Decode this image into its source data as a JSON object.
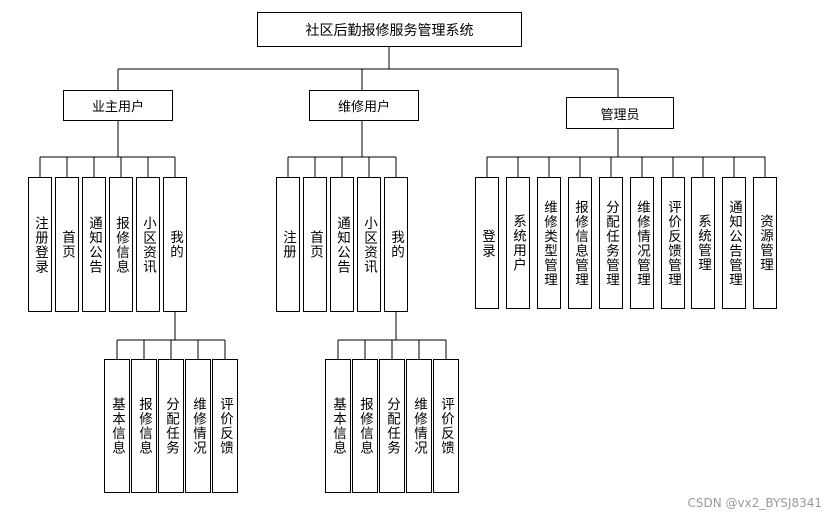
{
  "title": "社区后勤报修服务管理系统",
  "roles": {
    "owner": {
      "label": "业主用户",
      "modules": [
        "注册登录",
        "首页",
        "通知公告",
        "报修信息",
        "小区资讯",
        "我的"
      ],
      "mine": [
        "基本信息",
        "报修信息",
        "分配任务",
        "维修情况",
        "评价反馈"
      ]
    },
    "repair": {
      "label": "维修用户",
      "modules": [
        "注册",
        "首页",
        "通知公告",
        "小区资讯",
        "我的"
      ],
      "mine": [
        "基本信息",
        "报修信息",
        "分配任务",
        "维修情况",
        "评价反馈"
      ]
    },
    "admin": {
      "label": "管理员",
      "modules": [
        "登录",
        "系统用户",
        "维修类型管理",
        "报修信息管理",
        "分配任务管理",
        "维修情况管理",
        "评价反馈管理",
        "系统管理",
        "通知公告管理",
        "资源管理"
      ]
    }
  },
  "watermark": "CSDN @vx2_BYSJ8341"
}
